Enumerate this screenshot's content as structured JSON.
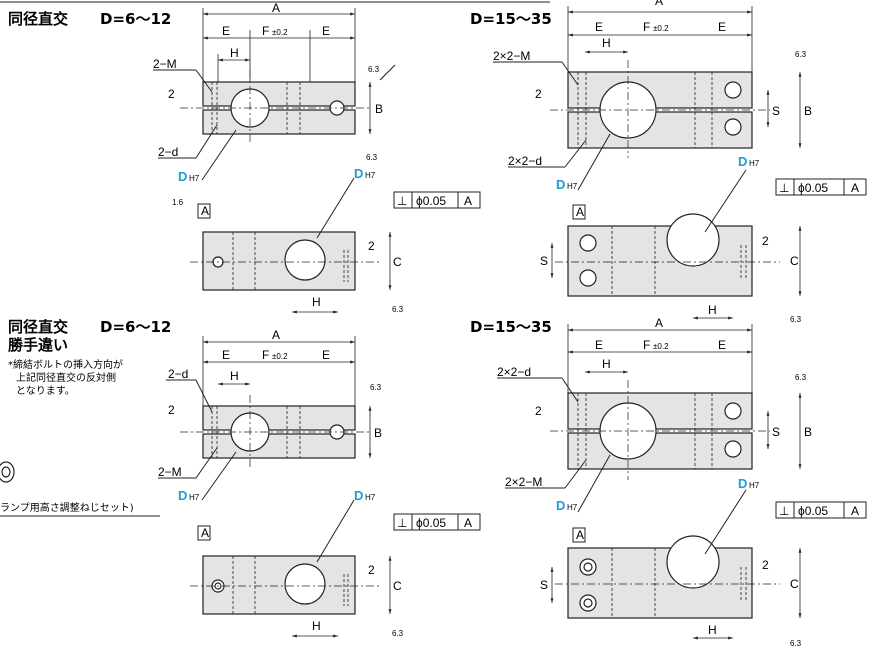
{
  "sections": {
    "straight": {
      "title": "同径直交",
      "range_small": "D=6〜12",
      "range_large": "D=15〜35"
    },
    "reverse": {
      "title_line1": "同径直交",
      "title_line2": "勝手違い",
      "range_small": "D=6〜12",
      "range_large": "D=15〜35",
      "note_line1": "*締結ボルトの挿入方向が",
      "note_line2": "上記同径直交の反対側",
      "note_line3": "となります。"
    }
  },
  "side_caption": "ランプ用高さ調整ねじセット)",
  "dims": {
    "A": "A",
    "E": "E",
    "F": "F",
    "F_tol": "±0.2",
    "H": "H",
    "B": "B",
    "C": "C",
    "S": "S",
    "two": "2",
    "datum": "A",
    "D": "D",
    "D_tol": "H7",
    "perp_symbol": "⊥",
    "perp_value": "ϕ0.05",
    "perp_datum": "A",
    "rough_63": "6.3",
    "rough_16": "1.6"
  },
  "callouts": {
    "two_M": "2−M",
    "two_d": "2−d",
    "twotwo_M": "2×2−M",
    "twotwo_d": "2×2−d"
  }
}
